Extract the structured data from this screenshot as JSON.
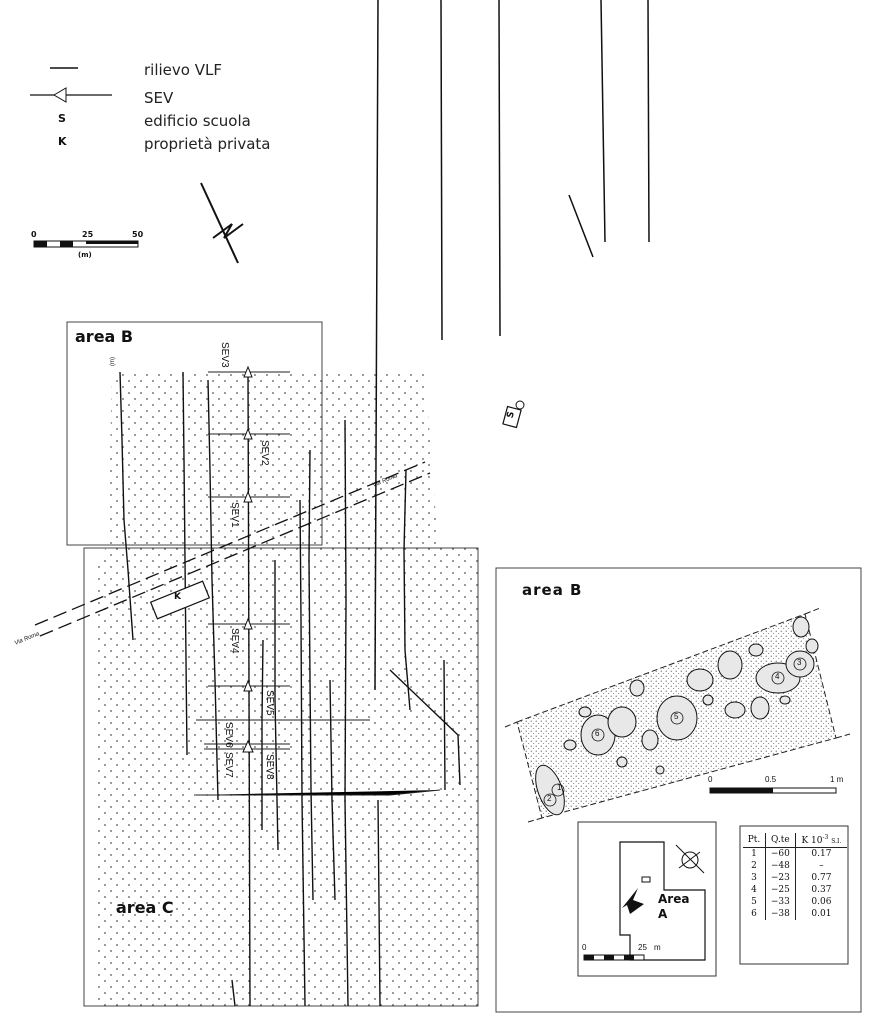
{
  "legend": {
    "vlf": "rilievo VLF",
    "sev": "SEV",
    "s_symbol": "S",
    "s_label": "edificio scuola",
    "k_symbol": "K",
    "k_label": "proprietà privata"
  },
  "scale_main": {
    "t0": "0",
    "t25": "25",
    "t50": "50",
    "unit": "(m)"
  },
  "area_b_title": "area B",
  "area_c_title": "area C",
  "sev_labels": [
    "SEV3",
    "SEV2",
    "SEV1",
    "SEV4",
    "SEV5",
    "SEV6",
    "SEV7",
    "SEV8"
  ],
  "small_tag": "(m)",
  "road_label": "Via Roma",
  "school_marker": "S",
  "property_marker": "K",
  "inset": {
    "title": "area B",
    "scale": {
      "t0": "0",
      "t05": "0.5",
      "t1": "1 m"
    },
    "stone_ids": [
      "1",
      "2",
      "3",
      "4",
      "5",
      "6"
    ],
    "locator": {
      "area_label_1": "Area",
      "area_label_2": "A",
      "scale0": "0",
      "scale25": "25",
      "unit": "m"
    },
    "table": {
      "headers": [
        "Pt.",
        "Q.te",
        "K 10"
      ],
      "exp": "-3",
      "unit": "S.I.",
      "rows": [
        [
          "1",
          "−60",
          "0.17"
        ],
        [
          "2",
          "−48",
          "–"
        ],
        [
          "3",
          "−23",
          "0.77"
        ],
        [
          "4",
          "−25",
          "0.37"
        ],
        [
          "5",
          "−33",
          "0.06"
        ],
        [
          "6",
          "−38",
          "0.01"
        ]
      ]
    }
  }
}
